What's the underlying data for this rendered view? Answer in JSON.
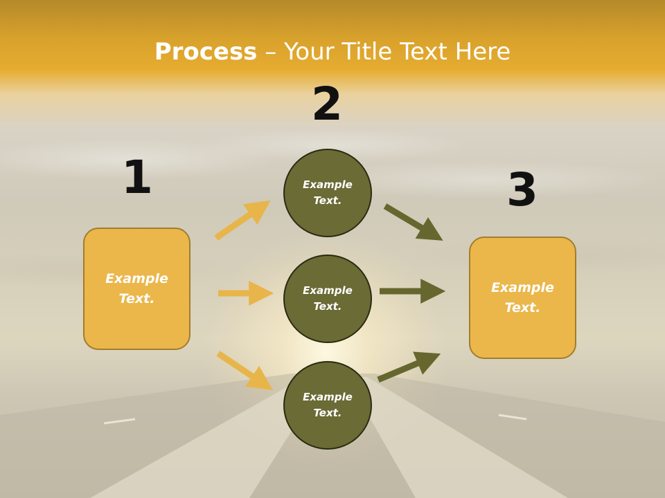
{
  "title": {
    "bold_part": "Process",
    "rest_part": " – Your Title Text Here"
  },
  "steps": {
    "one": "1",
    "two": "2",
    "three": "3"
  },
  "left_box": {
    "text": "Example Text."
  },
  "right_box": {
    "text": "Example Text."
  },
  "circles": [
    {
      "text": "Example Text."
    },
    {
      "text": "Example Text."
    },
    {
      "text": "Example Text."
    }
  ],
  "colors": {
    "box_fill": "#ebb74b",
    "circle_fill": "#6a6b35",
    "arrow_gold": "#e8b54a",
    "arrow_olive": "#66672f",
    "header_gold": "#e6ac31"
  }
}
